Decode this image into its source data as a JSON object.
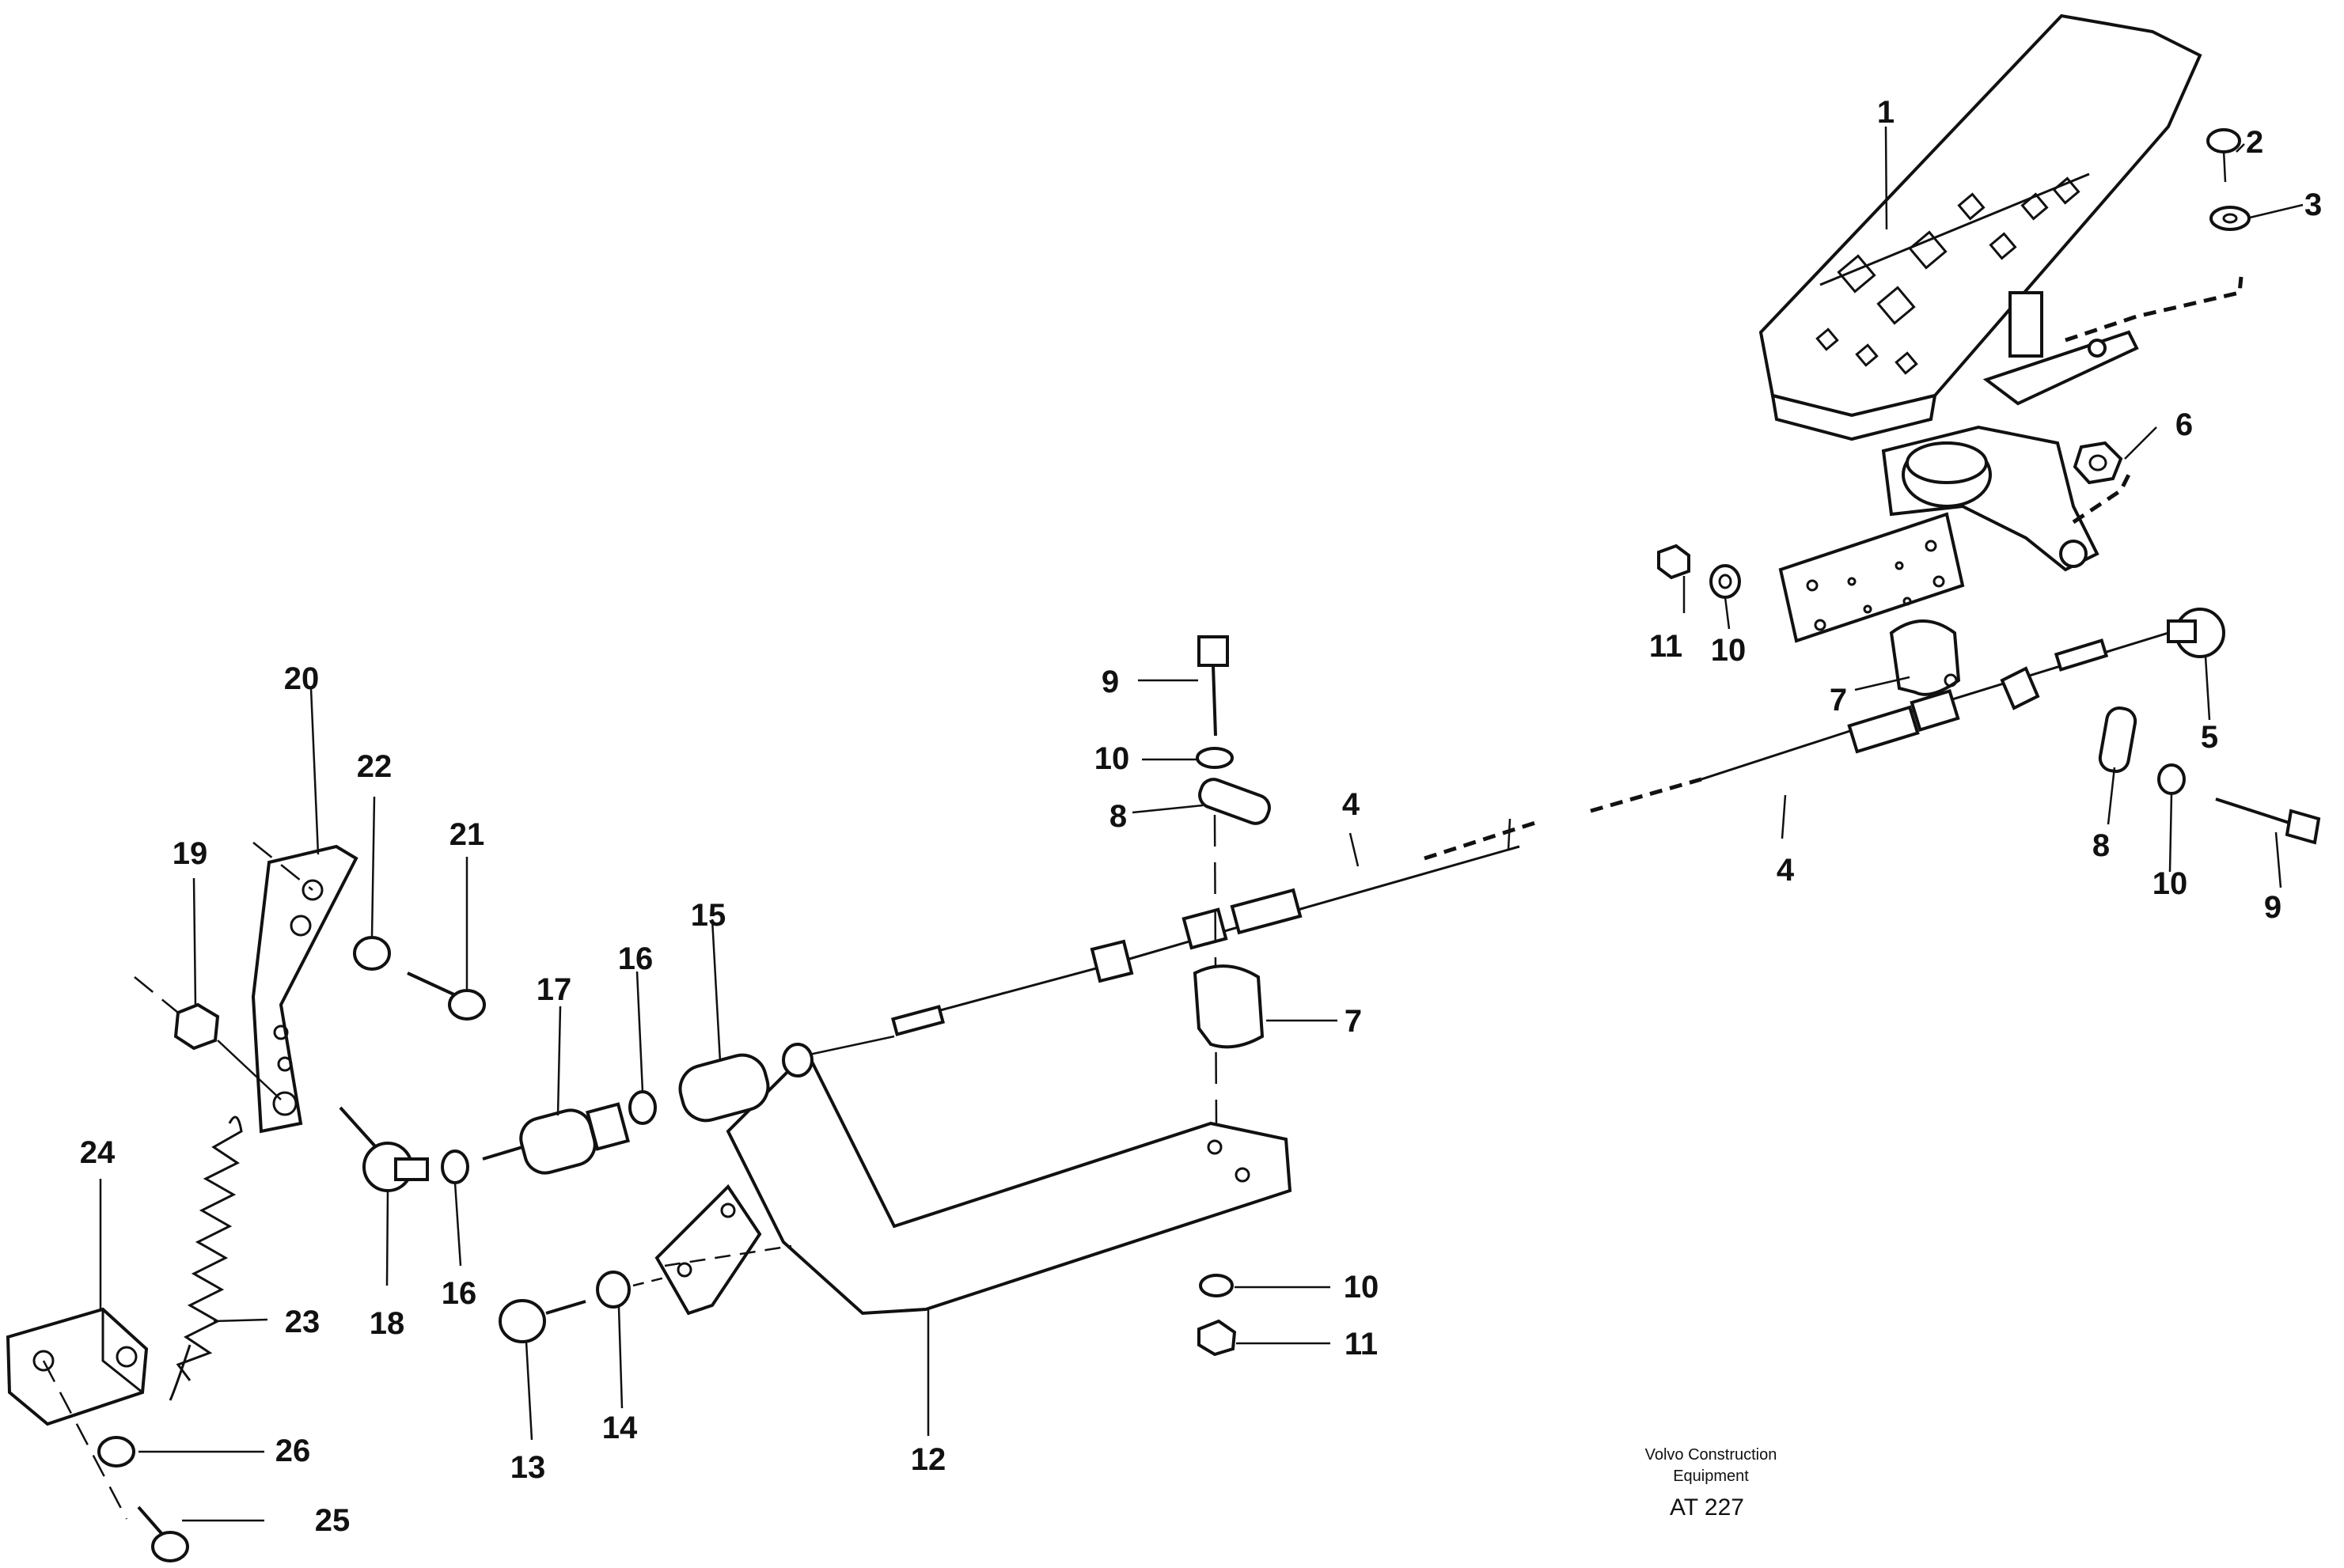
{
  "callouts": [
    "1",
    "2",
    "3",
    "4",
    "5",
    "6",
    "7",
    "8",
    "9",
    "10",
    "11",
    "12",
    "13",
    "14",
    "15",
    "16",
    "17",
    "18",
    "19",
    "20",
    "21",
    "22",
    "23",
    "24",
    "25",
    "26"
  ],
  "caption": {
    "line1": "Volvo Construction",
    "line2": "Equipment",
    "code": "AT 227"
  }
}
